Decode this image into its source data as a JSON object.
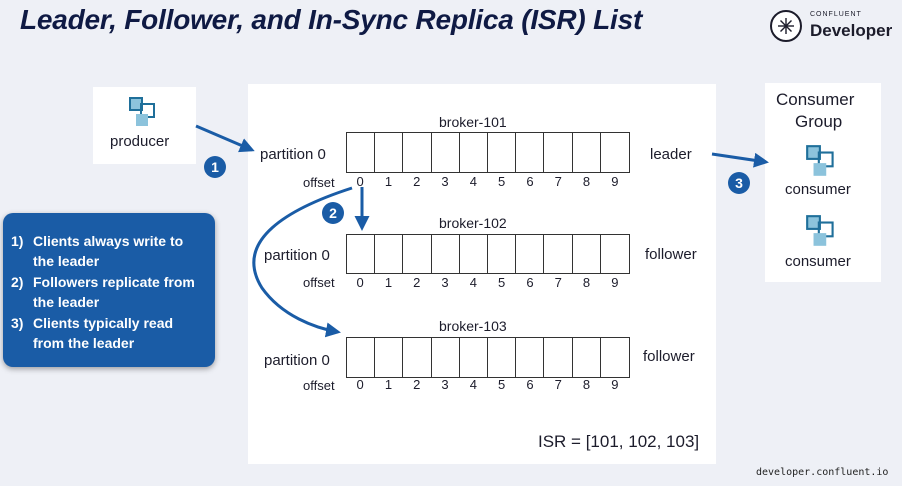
{
  "title": "Leader, Follower, and In-Sync Replica (ISR) List",
  "brand": {
    "small": "CONFLUENT",
    "big": "Developer"
  },
  "producer": {
    "label": "producer"
  },
  "partition_label": "partition 0",
  "offset_label": "offset",
  "offsets": [
    "0",
    "1",
    "2",
    "3",
    "4",
    "5",
    "6",
    "7",
    "8",
    "9"
  ],
  "brokers": [
    {
      "name": "broker-101",
      "role": "leader"
    },
    {
      "name": "broker-102",
      "role": "follower"
    },
    {
      "name": "broker-103",
      "role": "follower"
    }
  ],
  "consumer_group": {
    "title_line1": "Consumer",
    "title_line2": "Group",
    "consumers": [
      "consumer",
      "consumer"
    ]
  },
  "steps": [
    "1",
    "2",
    "3"
  ],
  "notes": [
    {
      "num": "1)",
      "text": "Clients always write to the leader"
    },
    {
      "num": "2)",
      "text": "Followers replicate from the leader"
    },
    {
      "num": "3)",
      "text": "Clients typically read from the leader"
    }
  ],
  "isr": "ISR = [101, 102, 103]",
  "footer": "developer.confluent.io",
  "colors": {
    "accent": "#1a5ca6",
    "title": "#0f1a44",
    "icon_light": "#8cc3dc",
    "icon_dark": "#1f6f9a"
  }
}
